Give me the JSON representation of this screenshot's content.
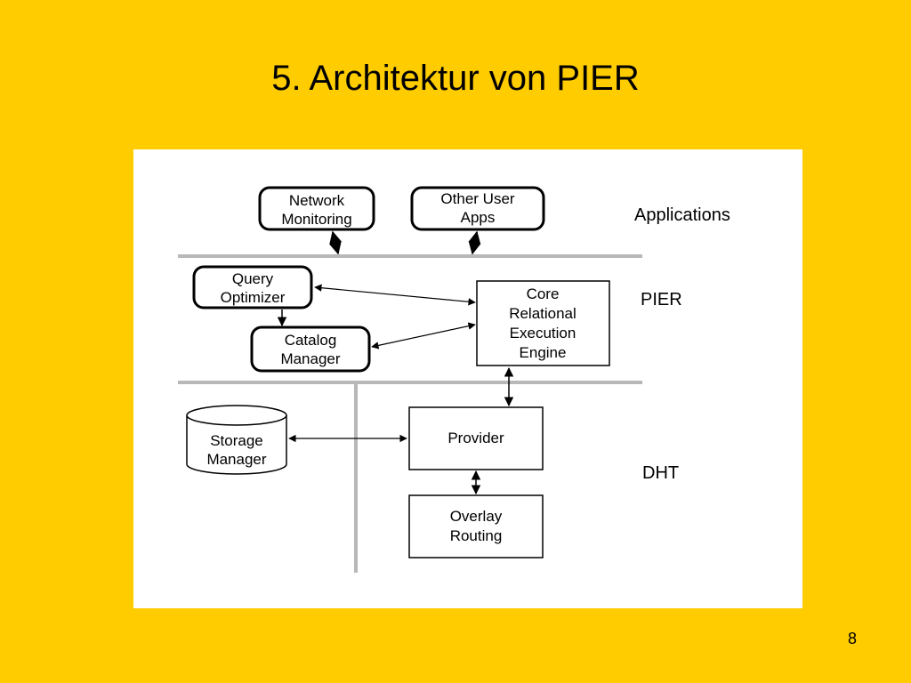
{
  "slide": {
    "title": "5. Architektur von PIER",
    "page_number": "8"
  },
  "diagram": {
    "layers": {
      "applications": "Applications",
      "pier": "PIER",
      "dht": "DHT"
    },
    "nodes": {
      "network_monitoring": [
        "Network",
        "Monitoring"
      ],
      "other_user_apps": [
        "Other User",
        "Apps"
      ],
      "query_optimizer": [
        "Query",
        "Optimizer"
      ],
      "catalog_manager": [
        "Catalog",
        "Manager"
      ],
      "core_engine": [
        "Core",
        "Relational",
        "Execution",
        "Engine"
      ],
      "storage_manager": [
        "Storage",
        "Manager"
      ],
      "provider": [
        "Provider"
      ],
      "overlay_routing": [
        "Overlay",
        "Routing"
      ]
    }
  }
}
